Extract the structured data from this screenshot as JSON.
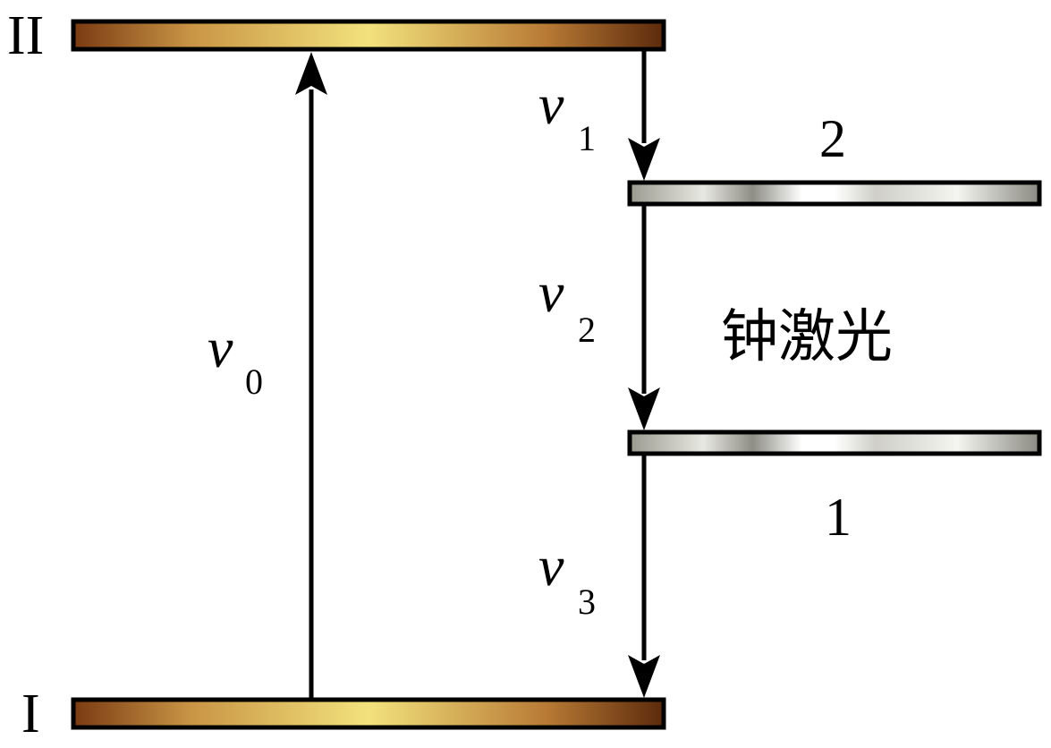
{
  "levels": {
    "upper_main": "II",
    "lower_main": "I",
    "upper_laser": "2",
    "lower_laser": "1"
  },
  "transitions": {
    "pump": {
      "symbol": "v",
      "subscript": "0"
    },
    "t1": {
      "symbol": "v",
      "subscript": "1"
    },
    "t2": {
      "symbol": "v",
      "subscript": "2"
    },
    "t3": {
      "symbol": "v",
      "subscript": "3"
    }
  },
  "laser_label": "钟激光",
  "colors": {
    "main_level_edge": "#7a3a12",
    "main_level_center": "#f2e27c",
    "laser_level_edge": "#8a8a82",
    "laser_level_center": "#ffffff",
    "stroke": "#000000"
  }
}
